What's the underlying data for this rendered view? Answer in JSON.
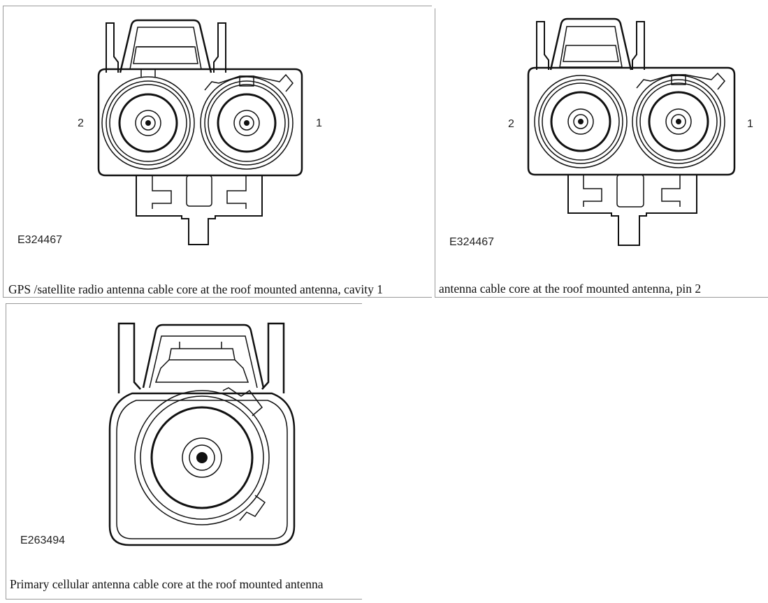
{
  "panels": [
    {
      "figure_id": "E324467",
      "pin_left": "2",
      "pin_right": "1",
      "caption": "GPS /satellite radio antenna cable core at the roof mounted antenna, cavity 1"
    },
    {
      "figure_id": "E324467",
      "pin_left": "2",
      "pin_right": "1",
      "caption": "antenna cable core at the roof mounted antenna, pin 2"
    },
    {
      "figure_id": "E263494",
      "caption": "Primary cellular antenna cable core at the roof mounted antenna"
    }
  ]
}
